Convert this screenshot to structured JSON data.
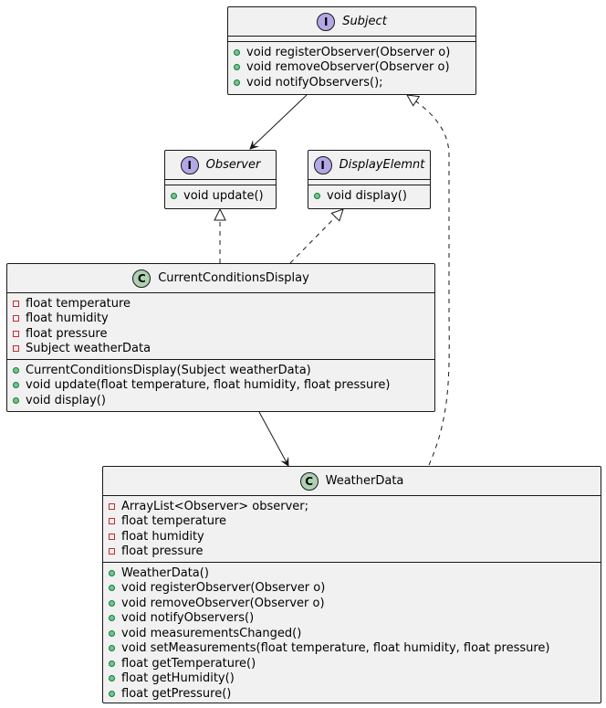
{
  "classes": {
    "subject": {
      "badge": "I",
      "name": "Subject",
      "fields": [],
      "methods": [
        "void registerObserver(Observer o)",
        "void removeObserver(Observer o)",
        "void notifyObservers();"
      ]
    },
    "observer": {
      "badge": "I",
      "name": "Observer",
      "fields": [],
      "methods": [
        "void update()"
      ]
    },
    "display": {
      "badge": "I",
      "name": "DisplayElemnt",
      "fields": [],
      "methods": [
        "void display()"
      ]
    },
    "ccd": {
      "badge": "C",
      "name": "CurrentConditionsDisplay",
      "fields": [
        "float temperature",
        "float humidity",
        "float pressure",
        "Subject weatherData"
      ],
      "methods": [
        "CurrentConditionsDisplay(Subject weatherData)",
        "void update(float temperature, float humidity, float pressure)",
        "void display()"
      ]
    },
    "weather": {
      "badge": "C",
      "name": "WeatherData",
      "fields": [
        "ArrayList<Observer> observer;",
        "float temperature",
        "float humidity",
        "float pressure"
      ],
      "methods": [
        "WeatherData()",
        "void registerObserver(Observer o)",
        "void removeObserver(Observer o)",
        "void notifyObservers()",
        "void measurementsChanged()",
        "void setMeasurements(float temperature, float humidity, float pressure)",
        "float getTemperature()",
        "float getHumidity()",
        "float getPressure()"
      ]
    }
  },
  "colors": {
    "box_fill": "#f1f1f1",
    "border": "#181818",
    "interface_badge": "#b4a7e5",
    "class_badge": "#add1b2",
    "public_marker": "#84be84",
    "private_marker": "#c82930"
  },
  "relations": [
    {
      "from": "subject",
      "to": "observer",
      "kind": "association"
    },
    {
      "from": "ccd",
      "to": "observer",
      "kind": "realization"
    },
    {
      "from": "ccd",
      "to": "display",
      "kind": "realization"
    },
    {
      "from": "ccd",
      "to": "weather",
      "kind": "association"
    },
    {
      "from": "weather",
      "to": "subject",
      "kind": "realization"
    }
  ]
}
